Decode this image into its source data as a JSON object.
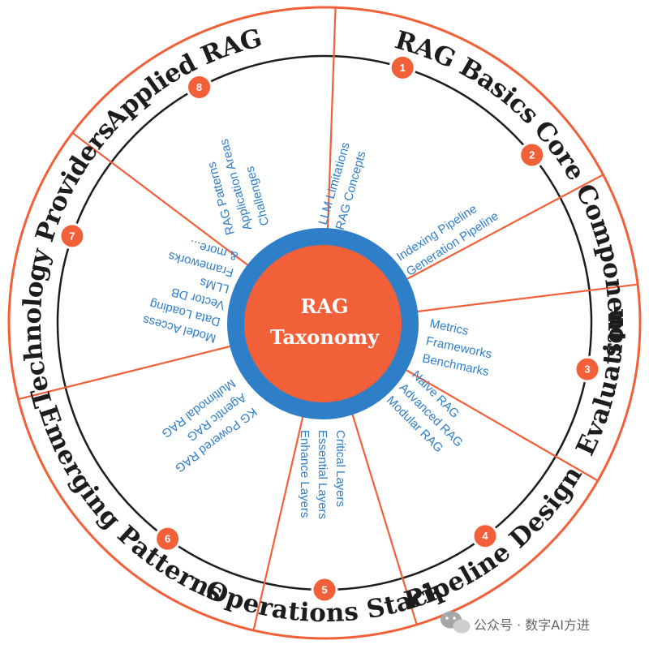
{
  "center": {
    "line1": "RAG",
    "line2": "Taxonomy"
  },
  "colors": {
    "accent": "#f2603a",
    "ring": "#2f7ec8",
    "text": "#1d1d1d",
    "item_text": "#2f7ec8"
  },
  "segments": [
    {
      "number": "1",
      "title": "RAG Basics",
      "items": [
        "LLM Limitations",
        "RAG Concepts"
      ]
    },
    {
      "number": "2",
      "title": "Core Components",
      "items": [
        "Indexing Pipeline",
        "Generation Pipeline"
      ]
    },
    {
      "number": "3",
      "title": "Evaluation",
      "items": [
        "Metrics",
        "Frameworks",
        "Benchmarks"
      ]
    },
    {
      "number": "4",
      "title": "Pipeline Design",
      "items": [
        "Naive RAG",
        "Advanced RAG",
        "Modular RAG"
      ]
    },
    {
      "number": "5",
      "title": "Operations Stack",
      "items": [
        "Critical Layers",
        "Essential Layers",
        "Enhance Layers"
      ]
    },
    {
      "number": "6",
      "title": "Emerging Patterns",
      "items": [
        "KG Powered RAG",
        "Agentic RAG",
        "Multimodal RAG"
      ]
    },
    {
      "number": "7",
      "title": "Technology Providers",
      "items": [
        "Model Access",
        "Data Loading",
        "Vector DB",
        "LLMs",
        "Frameworks",
        "& more..."
      ]
    },
    {
      "number": "8",
      "title": "Applied RAG",
      "items": [
        "RAG Patterns",
        "Application Areas",
        "Challenges"
      ]
    }
  ],
  "watermark": "公众号 · 数字AI方进"
}
